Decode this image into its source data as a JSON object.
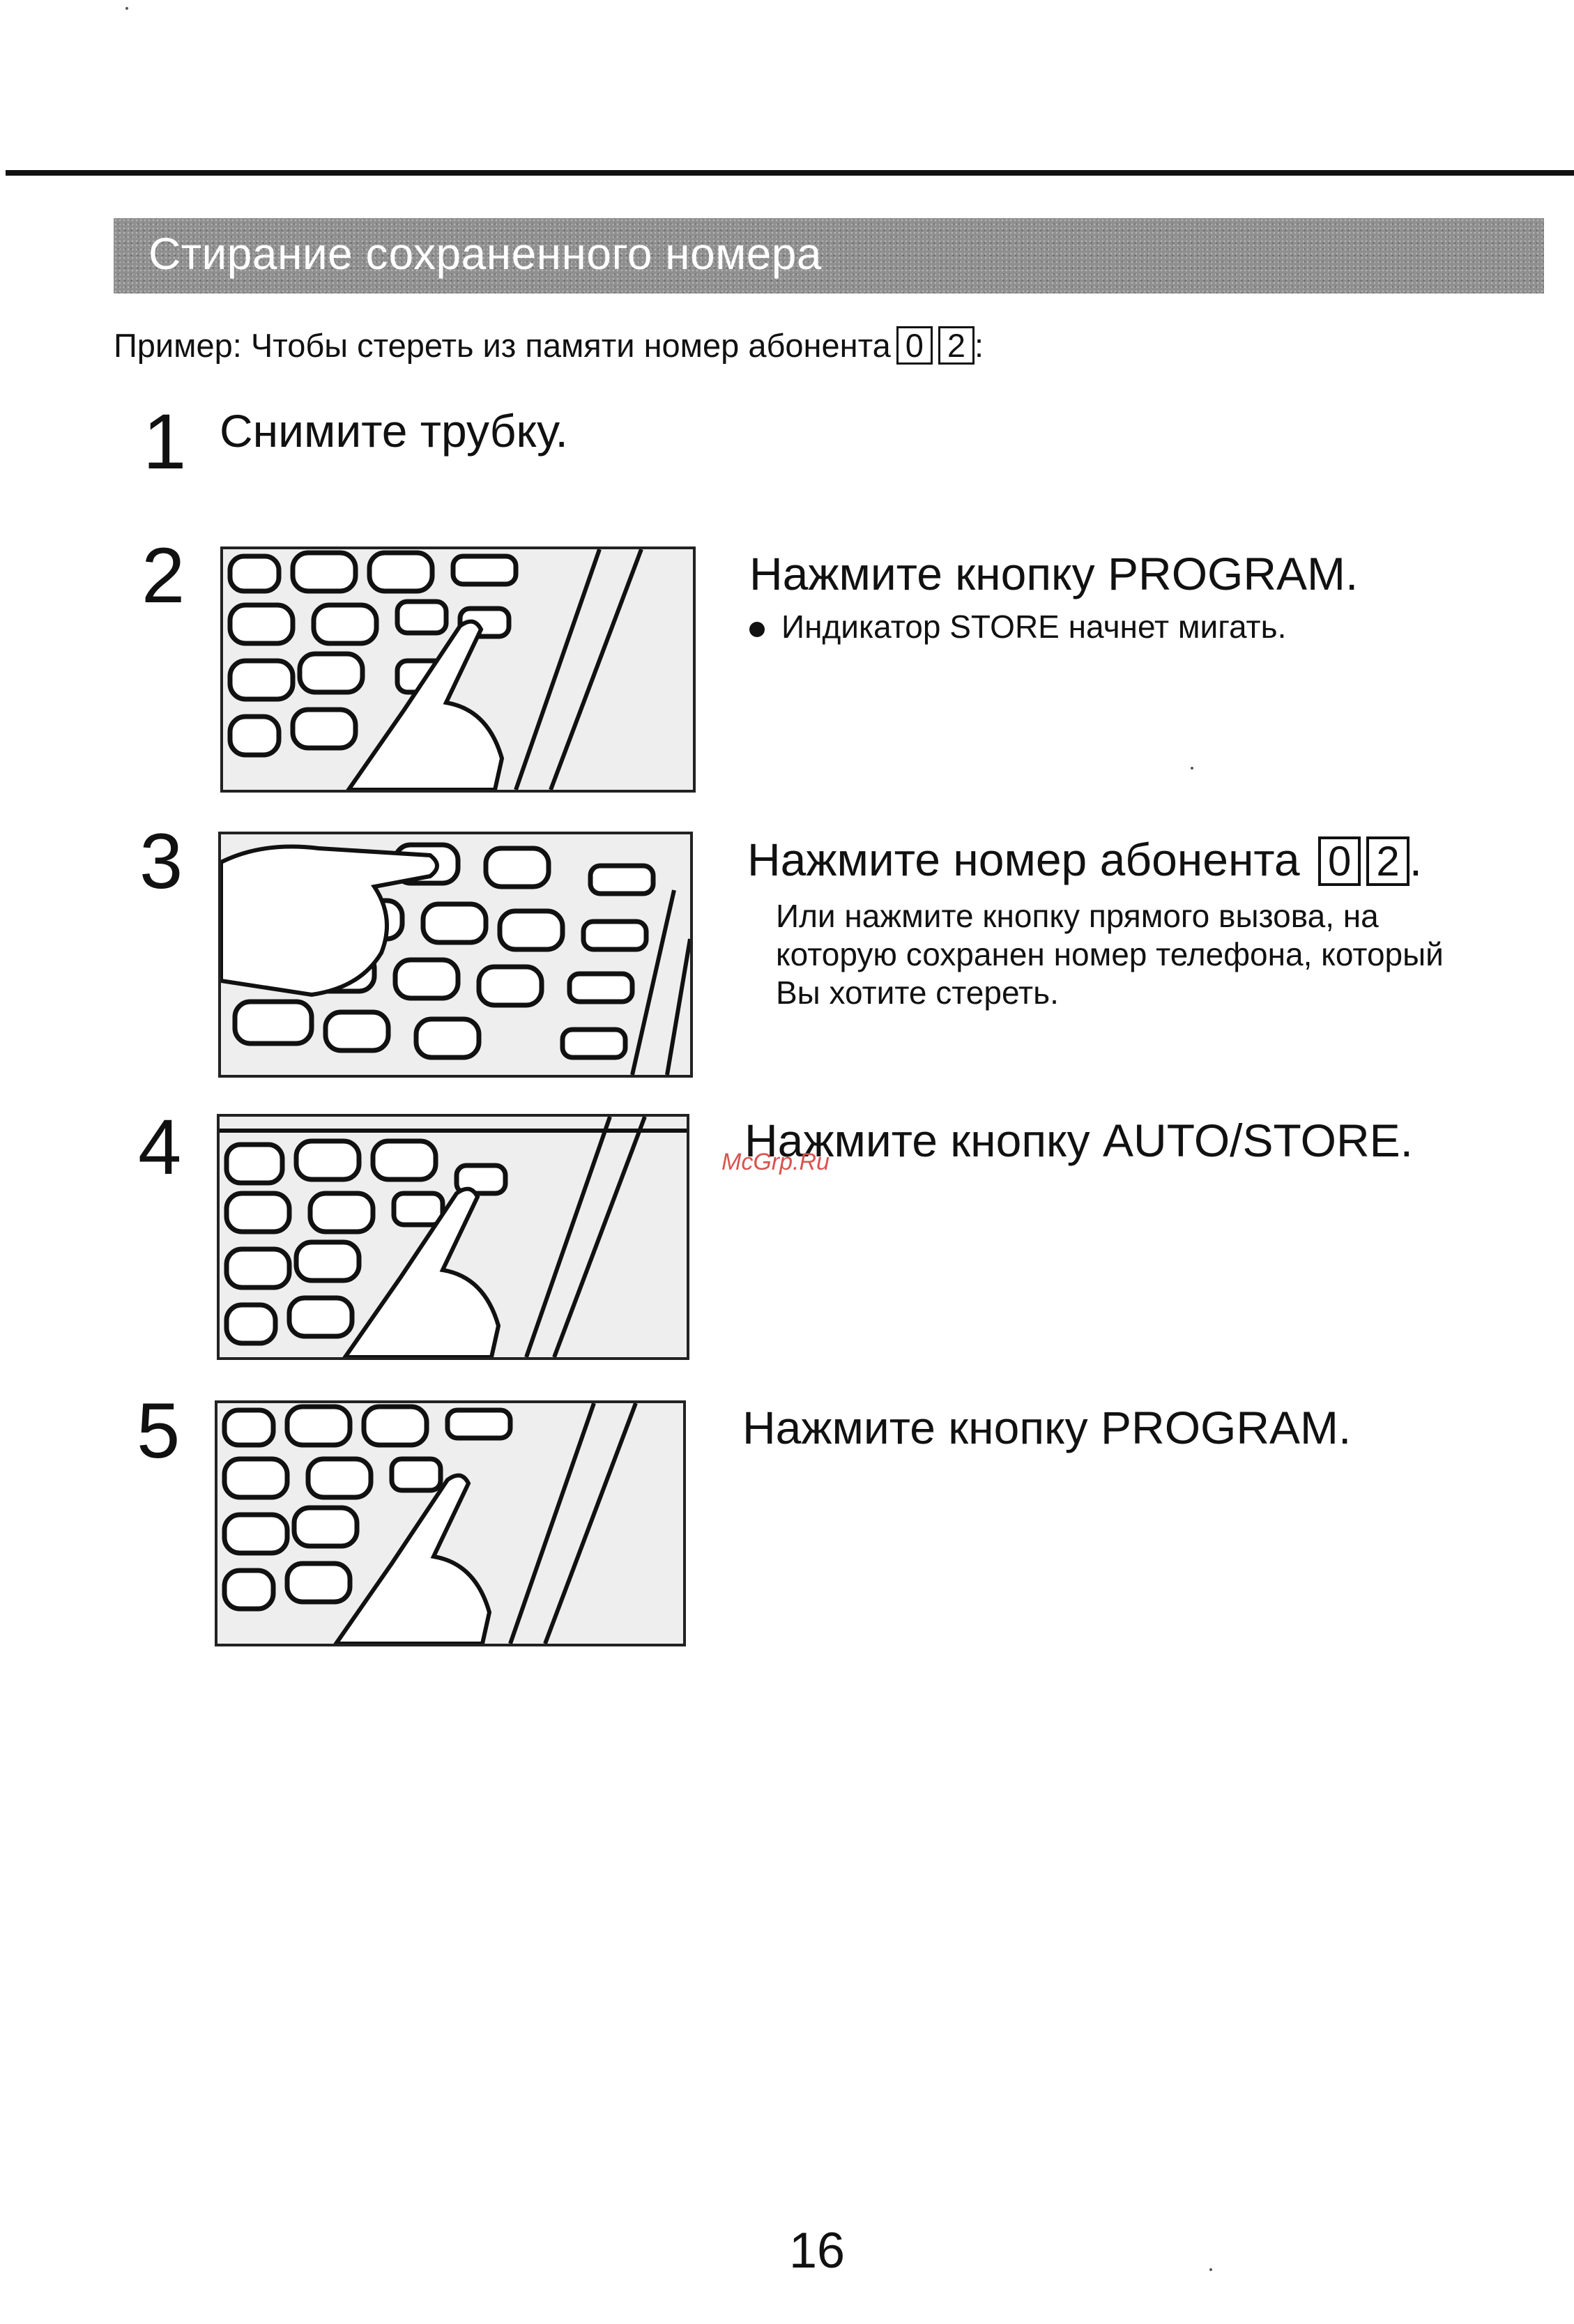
{
  "section": {
    "title": "Стирание сохраненного номера"
  },
  "example": {
    "text": "Пример: Чтобы стереть из памяти номер абонента",
    "keys": [
      "0",
      "2"
    ],
    "suffix": ":"
  },
  "steps": [
    {
      "number": "1",
      "text": "Снимите трубку."
    },
    {
      "number": "2",
      "text": "Нажмите кнопку PROGRAM.",
      "bullet": "Индикатор STORE начнет мигать."
    },
    {
      "number": "3",
      "text": "Нажмите номер абонента",
      "keys": [
        "0",
        "2"
      ],
      "suffix": ".",
      "note": [
        "Или нажмите кнопку прямого вызова, на",
        "которую сохранен номер телефона, который",
        "Вы хотите стереть."
      ]
    },
    {
      "number": "4",
      "text": "Нажмите кнопку AUTO/STORE."
    },
    {
      "number": "5",
      "text": "Нажмите кнопку PROGRAM."
    }
  ],
  "watermark": "McGrp.Ru",
  "page_number": "16"
}
